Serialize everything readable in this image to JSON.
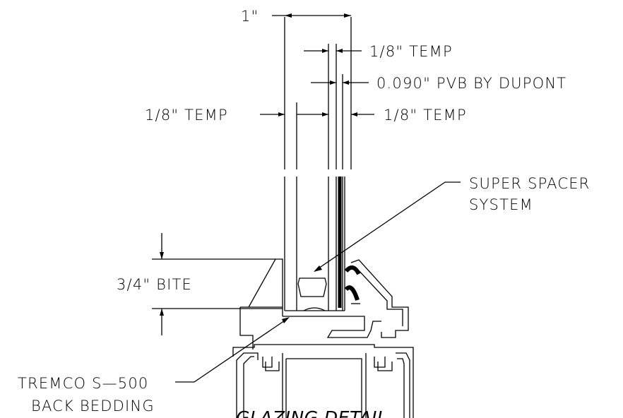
{
  "labels": {
    "overall": "1\"",
    "outer_lite": "1/8\" TEMP",
    "interlayer": "0.090\" PVB BY DUPONT",
    "inner_lite_left": "1/8\" TEMP",
    "inner_lite_right": "1/8\" TEMP",
    "spacer_line1": "SUPER SPACER",
    "spacer_line2": "SYSTEM",
    "bite": "3/4\" BITE",
    "bedding_line1": "TREMCO S—500",
    "bedding_line2": "BACK BEDDING",
    "title": "GLAZING DETAIL"
  },
  "colors": {
    "line": "#000000",
    "background": "#ffffff"
  }
}
